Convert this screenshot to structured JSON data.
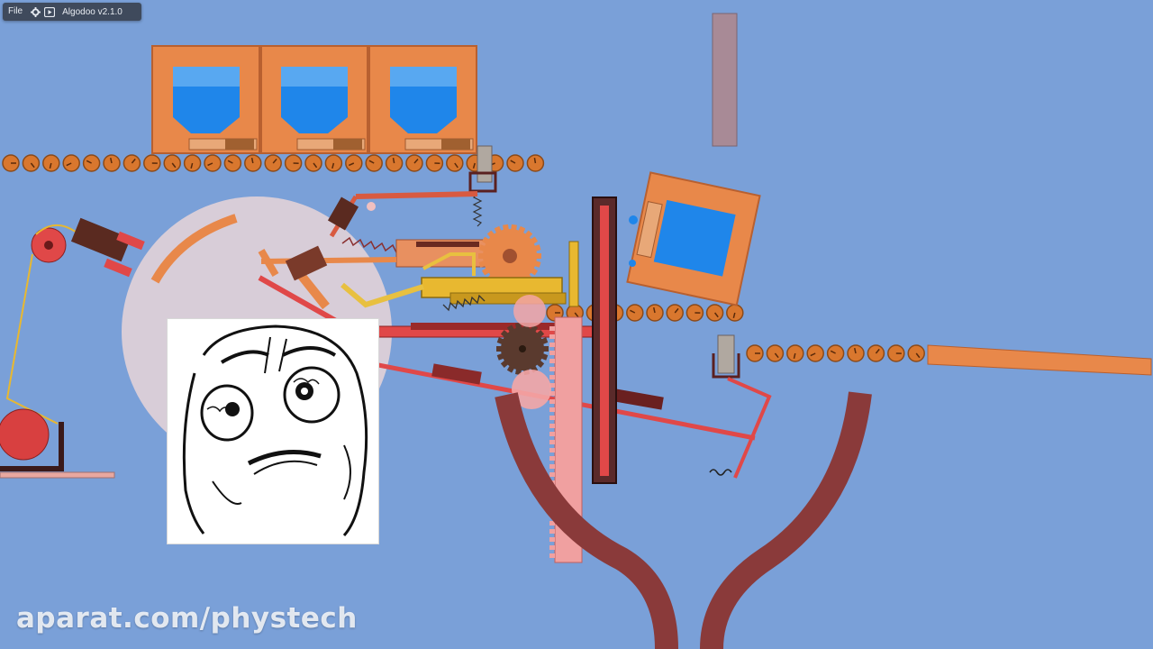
{
  "menubar": {
    "file_label": "File",
    "settings_icon": "gear-icon",
    "play_icon": "play-icon",
    "app_title": "Algodoo v2.1.0"
  },
  "watermark": {
    "text": "aparat.com/phystech"
  },
  "colors": {
    "background": "#7aa0d8",
    "orange": "#e8884a",
    "chain_link": "#d9772e",
    "water": "#1f86ea",
    "dark_red": "#8a3a3a",
    "red": "#e04040",
    "yellow": "#e8b830",
    "salmon": "#f0a0a0",
    "tube": "#7a3a3a"
  },
  "meme": {
    "subject": "rage-face"
  }
}
